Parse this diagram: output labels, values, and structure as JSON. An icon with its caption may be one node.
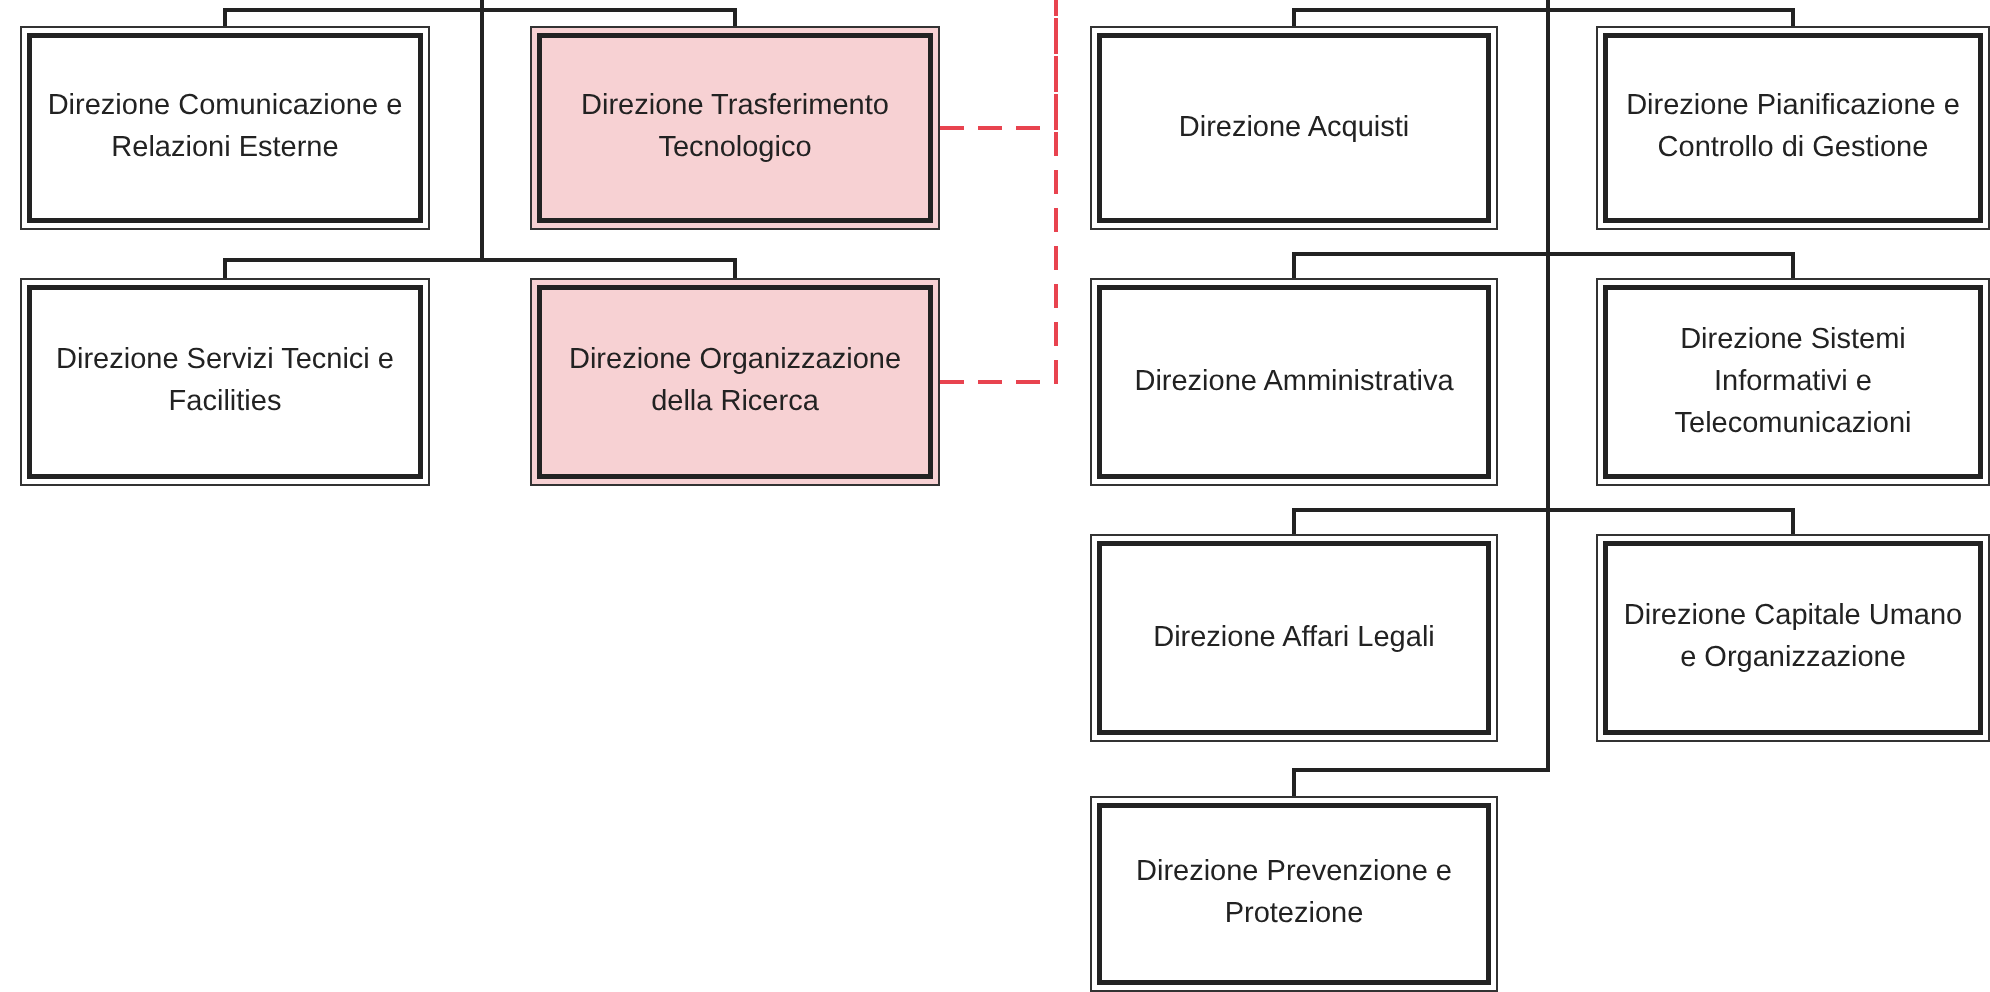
{
  "diagram": {
    "nodes": [
      {
        "text": [
          "Direzione Comunicazione e Relazioni Esterne"
        ]
      },
      {
        "text": [
          "Direzione Trasferimento Tecnologico"
        ]
      },
      {
        "text": [
          "Direzione Servizi Tecnici e Facilities"
        ]
      },
      {
        "text": [
          "Direzione Organizzazione della Ricerca"
        ]
      },
      {
        "text": [
          "Direzione Acquisti"
        ]
      },
      {
        "text": [
          "Direzione Pianificazione e Controllo di Gestione"
        ]
      },
      {
        "text": [
          "Direzione Amministrativa"
        ]
      },
      {
        "text": [
          "Direzione Sistemi Informativi e Telecomunicazioni"
        ]
      },
      {
        "text": [
          "Direzione Affari Legali"
        ]
      },
      {
        "text": [
          "Direzione Capitale Umano e Organizzazione"
        ]
      },
      {
        "text": [
          "Direzione Prevenzione e Protezione"
        ]
      }
    ],
    "edges": [
      {
        "from": null,
        "to": 0,
        "arrow": "none"
      },
      {
        "from": null,
        "to": 1,
        "arrow": "none"
      },
      {
        "from": null,
        "to": 2,
        "arrow": "none"
      },
      {
        "from": null,
        "to": 3,
        "arrow": "none"
      },
      {
        "from": null,
        "to": 4,
        "arrow": "none"
      },
      {
        "from": null,
        "to": 5,
        "arrow": "none"
      },
      {
        "from": null,
        "to": 6,
        "arrow": "none"
      },
      {
        "from": null,
        "to": 7,
        "arrow": "none"
      },
      {
        "from": null,
        "to": 8,
        "arrow": "none"
      },
      {
        "from": null,
        "to": 9,
        "arrow": "none"
      },
      {
        "from": null,
        "to": 10,
        "arrow": "none"
      },
      {
        "from": 1,
        "to": null,
        "arrow": "none",
        "style": "dashed",
        "color": "#e8434f"
      },
      {
        "from": 3,
        "to": null,
        "arrow": "none",
        "style": "dashed",
        "color": "#e8434f"
      }
    ]
  }
}
